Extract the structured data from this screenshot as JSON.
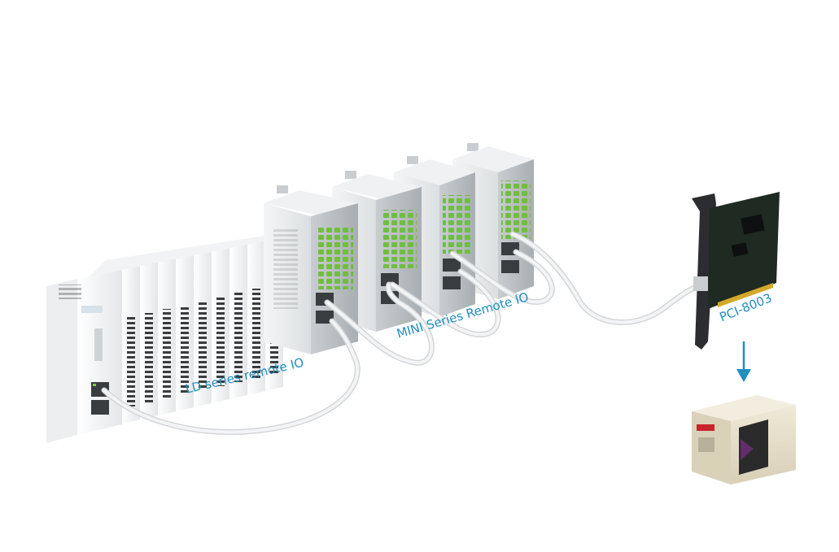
{
  "labels": {
    "ld_series": "LD series remote IO",
    "mini_series": "MINI Series Remote IO",
    "pci_card": "PCI-8003"
  },
  "colors": {
    "label": "#1f8fbf",
    "arrow": "#1f8fbf",
    "cable": "#e9e9e9",
    "module_body": "#f5f5f5",
    "mini_body": "#e9ebec",
    "terminal_green": "#6fbf3d",
    "pcb": "#1e2a22",
    "ipc_case": "#e6dfcc",
    "ipc_brand": "#c8242b"
  },
  "icons": {
    "flow_arrow": "arrow-down-icon"
  }
}
